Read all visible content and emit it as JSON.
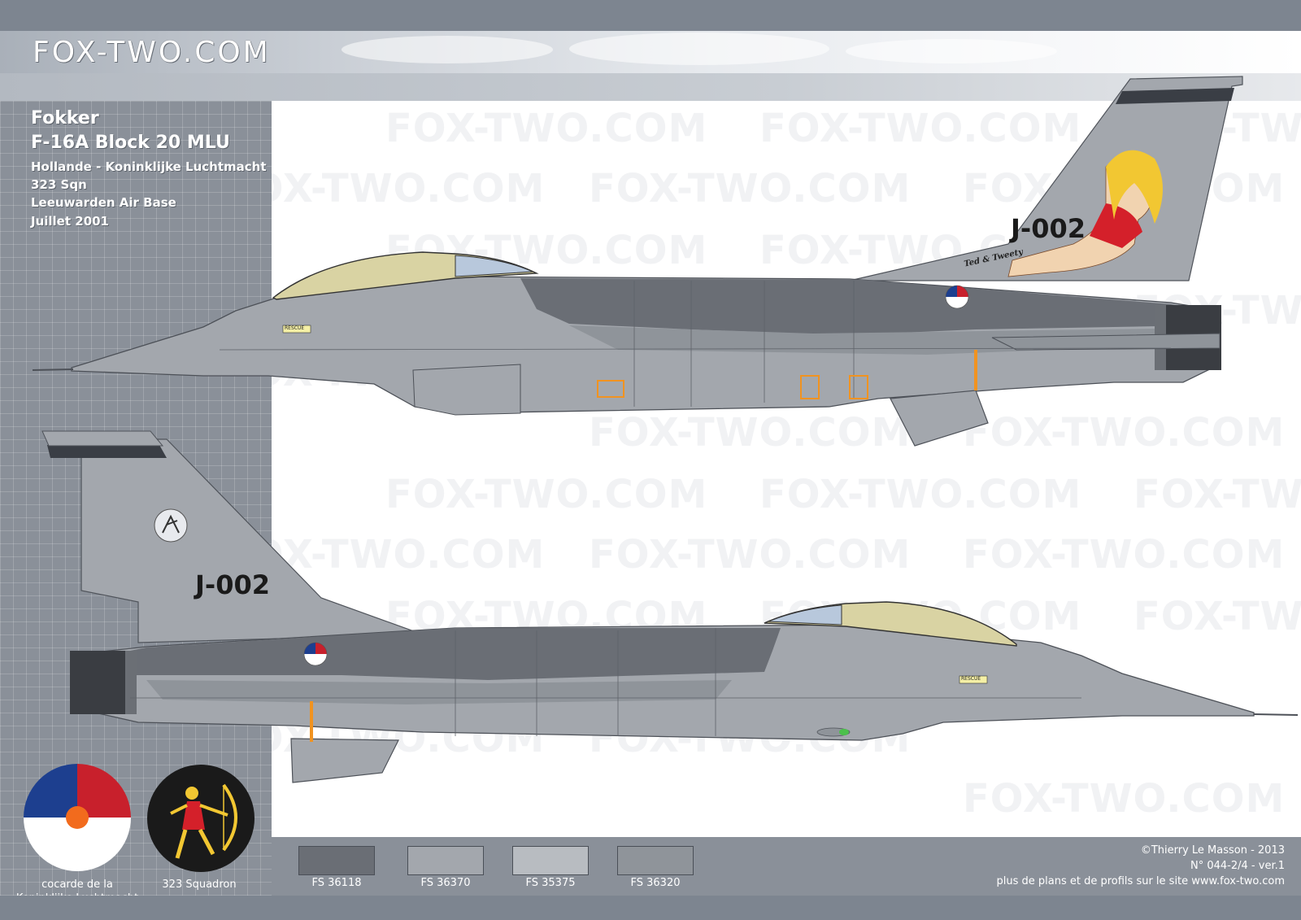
{
  "site": {
    "brand": "FOX-TWO.COM",
    "watermark": "FOX-TWO.COM"
  },
  "aircraft": {
    "maker": "Fokker",
    "model": "F-16A Block 20 MLU",
    "operator": "Hollande - Koninklijke Luchtmacht",
    "unit": "323 Sqn",
    "base": "Leeuwarden Air Base",
    "date": "Juillet 2001",
    "serial": "J-002",
    "nose_art": "Ted & Tweety"
  },
  "markings": {
    "rescue": "RESCUE"
  },
  "insignia": {
    "roundel_caption_1": "cocarde de la",
    "roundel_caption_2": "Koninklijke Luchtmacht",
    "squadron_caption": "323 Squadron"
  },
  "colors": {
    "swatches": [
      {
        "label": "FS 36118",
        "hex": "#6a6e75"
      },
      {
        "label": "FS 36370",
        "hex": "#a3a7ad"
      },
      {
        "label": "FS 35375",
        "hex": "#b8bcc1"
      },
      {
        "label": "FS 36320",
        "hex": "#8f949a"
      }
    ],
    "roundel_red": "#c8202c",
    "roundel_blue": "#1d3f8f",
    "roundel_orange": "#f26b1d"
  },
  "credits": {
    "author": "©Thierry Le Masson - 2013",
    "ref": "N° 044-2/4   -   ver.1",
    "more": "plus de plans et de profils sur le site www.fox-two.com"
  }
}
